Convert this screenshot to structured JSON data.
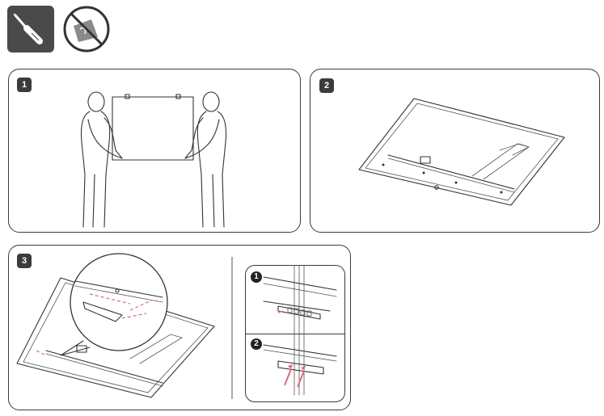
{
  "icons": [
    {
      "name": "screwdriver-icon",
      "desc": "use screwdriver"
    },
    {
      "name": "no-lift-icon",
      "desc": "prohibited"
    }
  ],
  "steps": [
    {
      "number": "1"
    },
    {
      "number": "2"
    },
    {
      "number": "3",
      "substeps": [
        {
          "number": "1"
        },
        {
          "number": "2"
        }
      ]
    }
  ],
  "colors": {
    "accent": "#e06a85",
    "ink": "#333333",
    "badge": "#3b3b3b"
  }
}
